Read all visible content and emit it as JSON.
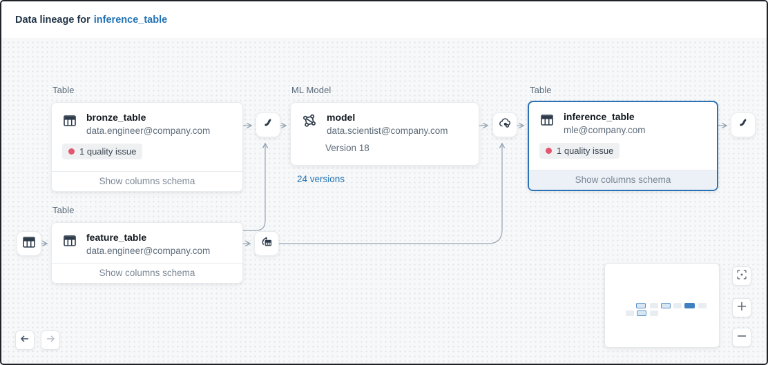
{
  "header": {
    "title_prefix": "Data lineage for",
    "entity": "inference_table"
  },
  "nodes": {
    "bronze": {
      "type_label": "Table",
      "name": "bronze_table",
      "owner": "data.engineer@company.com",
      "badge": "1 quality issue",
      "footer": "Show columns schema"
    },
    "model": {
      "type_label": "ML Model",
      "name": "model",
      "owner": "data.scientist@company.com",
      "version": "Version 18",
      "versions_link": "24 versions"
    },
    "inference": {
      "type_label": "Table",
      "name": "inference_table",
      "owner": "mle@company.com",
      "badge": "1 quality issue",
      "footer": "Show columns schema",
      "selected": true
    },
    "feature": {
      "type_label": "Table",
      "name": "feature_table",
      "owner": "data.engineer@company.com",
      "footer": "Show columns schema"
    }
  },
  "icon_nodes": [
    "table-source-icon",
    "pipeline-icon-left",
    "model-serving-icon",
    "pipeline-icon-right",
    "feature-store-icon"
  ],
  "colors": {
    "accent_blue": "#2272b4",
    "selection_border": "#2a72b5",
    "badge_dot": "#e4566e",
    "edge_gray": "#96a5b5",
    "canvas_bg": "#f7f8f9"
  }
}
